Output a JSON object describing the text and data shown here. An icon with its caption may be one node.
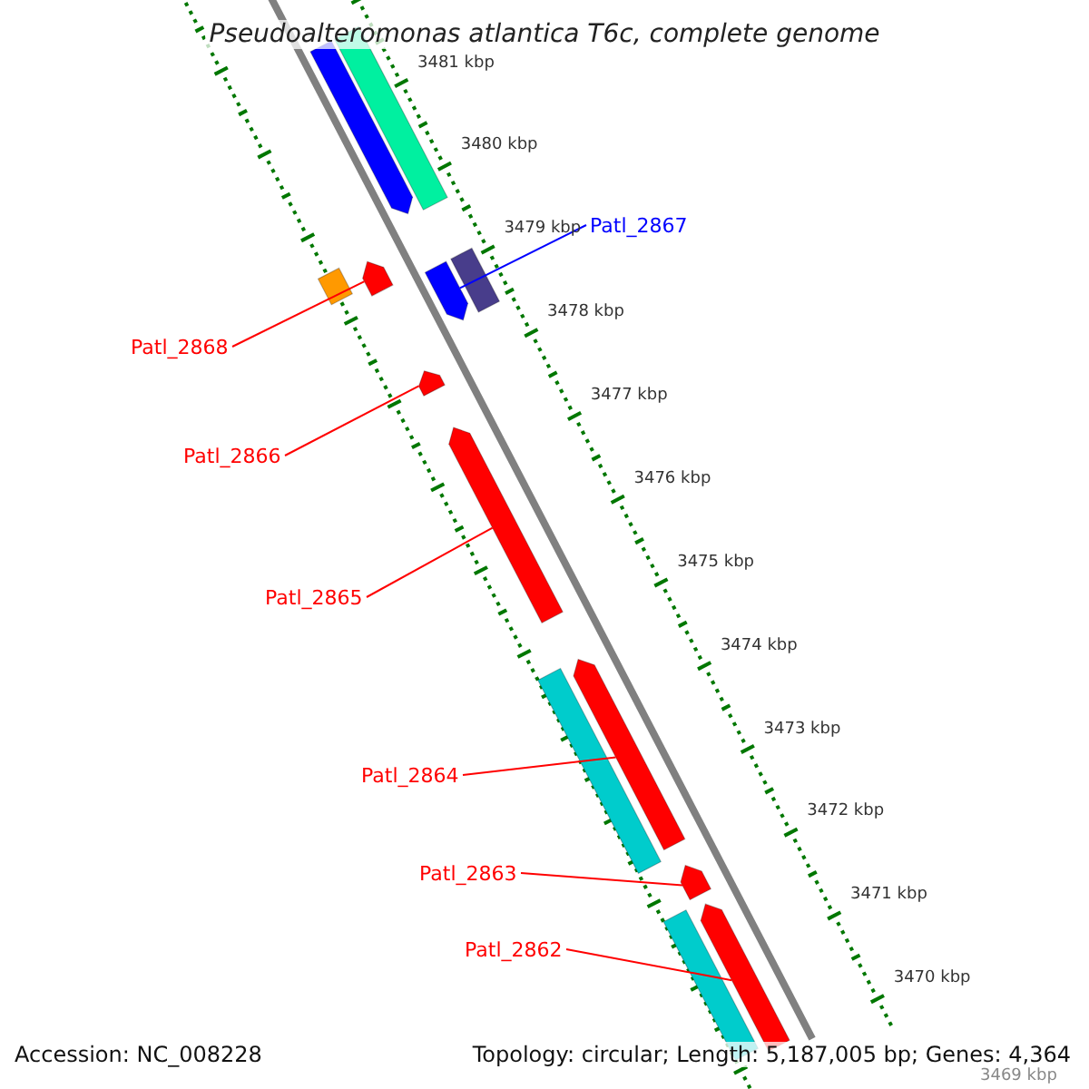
{
  "diagram": {
    "title": "Pseudoalteromonas atlantica T6c, complete genome",
    "nodes": [
      {
        "text": [
          "Patl_2867"
        ]
      },
      {
        "text": [],
        "shape": "arrow"
      },
      {
        "text": [
          "Patl_2868"
        ]
      },
      {
        "text": [],
        "shape": "arrow"
      },
      {
        "text": [
          "Patl_2866"
        ]
      },
      {
        "text": [],
        "shape": "arrow"
      },
      {
        "text": [
          "Patl_2865"
        ]
      },
      {
        "text": [],
        "shape": "arrow"
      },
      {
        "text": [
          "Patl_2864"
        ]
      },
      {
        "text": [],
        "shape": "arrow"
      },
      {
        "text": [
          "Patl_2863"
        ]
      },
      {
        "text": [],
        "shape": "arrow"
      },
      {
        "text": [
          "Patl_2862"
        ]
      },
      {
        "text": [],
        "shape": "arrow"
      },
      {
        "text": [],
        "shape": "arrow"
      },
      {
        "text": [],
        "shape": "bar"
      },
      {
        "text": [],
        "shape": "bar"
      },
      {
        "text": [],
        "shape": "bar"
      },
      {
        "text": [],
        "shape": "bar"
      },
      {
        "text": [],
        "shape": "bar"
      }
    ],
    "edges": [
      {
        "from": 0,
        "to": 1,
        "arrow": "none",
        "color": "#0000ff"
      },
      {
        "from": 2,
        "to": 3,
        "arrow": "none"
      },
      {
        "from": 4,
        "to": 5,
        "arrow": "none"
      },
      {
        "from": 6,
        "to": 7,
        "arrow": "none"
      },
      {
        "from": 8,
        "to": 9,
        "arrow": "none"
      },
      {
        "from": 10,
        "to": 11,
        "arrow": "none"
      },
      {
        "from": 12,
        "to": 13,
        "arrow": "none"
      }
    ],
    "labels": [
      "3481 kbp",
      "3480 kbp",
      "3479 kbp",
      "3478 kbp",
      "3477 kbp",
      "3476 kbp",
      "3475 kbp",
      "3474 kbp",
      "3473 kbp",
      "3472 kbp",
      "3471 kbp",
      "3470 kbp",
      "3469 kbp",
      "Accession: NC_008228",
      "Topology: circular; Length: 5,187,005 bp; Genes: 4,364"
    ]
  }
}
